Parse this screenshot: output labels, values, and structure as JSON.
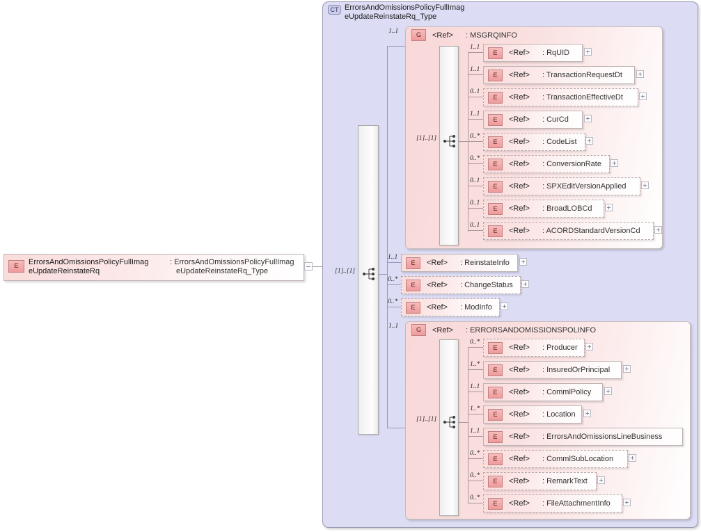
{
  "diagram": {
    "type": "xsd-schema-diagram",
    "root_element": {
      "tag": "E",
      "name": "ErrorsAndOmissionsPolicyFullImageUpdateReinstateRq",
      "name_line1": "ErrorsAndOmissionsPolicyFullImag",
      "name_line2": "eUpdateReinstateRq",
      "separator": ":",
      "type_line1": "ErrorsAndOmissionsPolicyFullImag",
      "type_line2": "eUpdateReinstateRq_Type",
      "expander": "minus"
    },
    "complex_type": {
      "tag": "CT",
      "title_line1": "ErrorsAndOmissionsPolicyFullImag",
      "title_line2": "eUpdateReinstateRq_Type",
      "sequence_cardinality": "[1]..[1]"
    },
    "ref_label": "<Ref>",
    "colon": ":",
    "groups": [
      {
        "tag": "G",
        "ref": "<Ref>",
        "name": ": MSGRQINFO",
        "cardinality": "1..1",
        "sequence_cardinality": "[1]..[1]",
        "children": [
          {
            "tag": "E",
            "ref": "<Ref>",
            "name": ": RqUID",
            "cardinality": "1..1",
            "optional": false
          },
          {
            "tag": "E",
            "ref": "<Ref>",
            "name": ": TransactionRequestDt",
            "cardinality": "1..1",
            "optional": false
          },
          {
            "tag": "E",
            "ref": "<Ref>",
            "name": ": TransactionEffectiveDt",
            "cardinality": "0..1",
            "optional": true
          },
          {
            "tag": "E",
            "ref": "<Ref>",
            "name": ": CurCd",
            "cardinality": "1..1",
            "optional": false
          },
          {
            "tag": "E",
            "ref": "<Ref>",
            "name": ": CodeList",
            "cardinality": "0..*",
            "optional": true
          },
          {
            "tag": "E",
            "ref": "<Ref>",
            "name": ": ConversionRate",
            "cardinality": "0..*",
            "optional": true
          },
          {
            "tag": "E",
            "ref": "<Ref>",
            "name": ": SPXEditVersionApplied",
            "cardinality": "0..1",
            "optional": true
          },
          {
            "tag": "E",
            "ref": "<Ref>",
            "name": ": BroadLOBCd",
            "cardinality": "0..1",
            "optional": true
          },
          {
            "tag": "E",
            "ref": "<Ref>",
            "name": ": ACORDStandardVersionCd",
            "cardinality": "0..1",
            "optional": true
          }
        ]
      },
      {
        "tag": "G",
        "ref": "<Ref>",
        "name": ": ERRORSANDOMISSIONSPOLINFO",
        "cardinality": "1..1",
        "sequence_cardinality": "[1]..[1]",
        "children": [
          {
            "tag": "E",
            "ref": "<Ref>",
            "name": ": Producer",
            "cardinality": "0..*",
            "optional": true
          },
          {
            "tag": "E",
            "ref": "<Ref>",
            "name": ": InsuredOrPrincipal",
            "cardinality": "1..*",
            "optional": false
          },
          {
            "tag": "E",
            "ref": "<Ref>",
            "name": ": CommlPolicy",
            "cardinality": "1..1",
            "optional": false
          },
          {
            "tag": "E",
            "ref": "<Ref>",
            "name": ": Location",
            "cardinality": "1..*",
            "optional": false
          },
          {
            "tag": "E",
            "ref": "<Ref>",
            "name": ": ErrorsAndOmissionsLineBusiness",
            "cardinality": "1..1",
            "optional": false
          },
          {
            "tag": "E",
            "ref": "<Ref>",
            "name": ": CommlSubLocation",
            "cardinality": "0..*",
            "optional": true
          },
          {
            "tag": "E",
            "ref": "<Ref>",
            "name": ": RemarkText",
            "cardinality": "0..*",
            "optional": true
          },
          {
            "tag": "E",
            "ref": "<Ref>",
            "name": ": FileAttachmentInfo",
            "cardinality": "0..*",
            "optional": true
          }
        ]
      }
    ],
    "top_level_elements": [
      {
        "tag": "E",
        "ref": "<Ref>",
        "name": ": ReinstateInfo",
        "cardinality": "1..1",
        "optional": false
      },
      {
        "tag": "E",
        "ref": "<Ref>",
        "name": ": ChangeStatus",
        "cardinality": "0..*",
        "optional": true
      },
      {
        "tag": "E",
        "ref": "<Ref>",
        "name": ": ModInfo",
        "cardinality": "0..*",
        "optional": true
      }
    ],
    "colors": {
      "complex_type_bg": "#dcdcf4",
      "group_bg": "#fadede",
      "element_tag_bg": "#ef9a9a",
      "canvas_bg": "#ffffff",
      "line": "#a89898"
    }
  }
}
